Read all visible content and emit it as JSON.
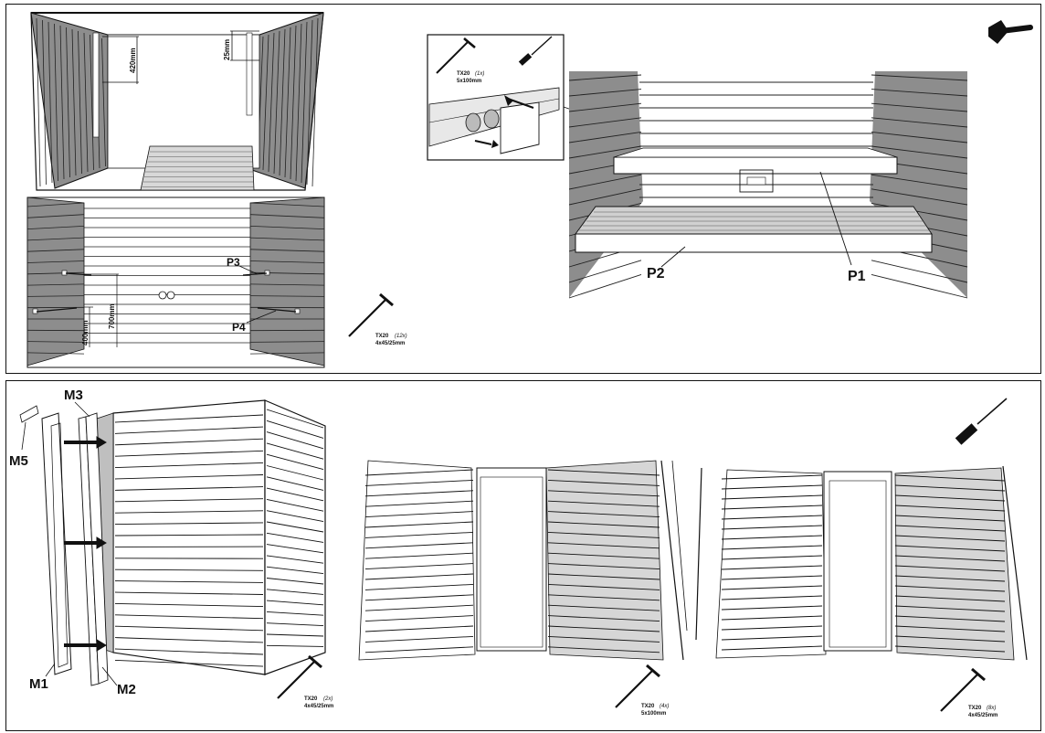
{
  "step_top": {
    "dimension_top_gap": "25mm",
    "dimension_bench_height": "420mm",
    "dimension_lower_support": "400mm",
    "dimension_upper_support": "700mm",
    "part_labels": {
      "p1": "P1",
      "p2": "P2",
      "p3": "P3",
      "p4": "P4"
    },
    "screw_detail": {
      "tool": "TX20",
      "qty": "(1x)",
      "size": "5x100mm"
    },
    "screw_main": {
      "tool": "TX20",
      "qty": "(12x)",
      "size": "4x45/25mm"
    },
    "icons": [
      "hammer-icon",
      "screwdriver-icon",
      "screw-icon"
    ]
  },
  "step_bottom": {
    "part_labels": {
      "m1": "M1",
      "m2": "M2",
      "m3": "M3",
      "m5": "M5"
    },
    "screw_a": {
      "tool": "TX20",
      "qty": "(2x)",
      "size": "4x45/25mm"
    },
    "screw_b": {
      "tool": "TX20",
      "qty": "(4x)",
      "size": "5x100mm"
    },
    "screw_c": {
      "tool": "TX20",
      "qty": "(8x)",
      "size": "4x45/25mm"
    },
    "icons": [
      "screwdriver-icon",
      "screw-icon"
    ]
  }
}
